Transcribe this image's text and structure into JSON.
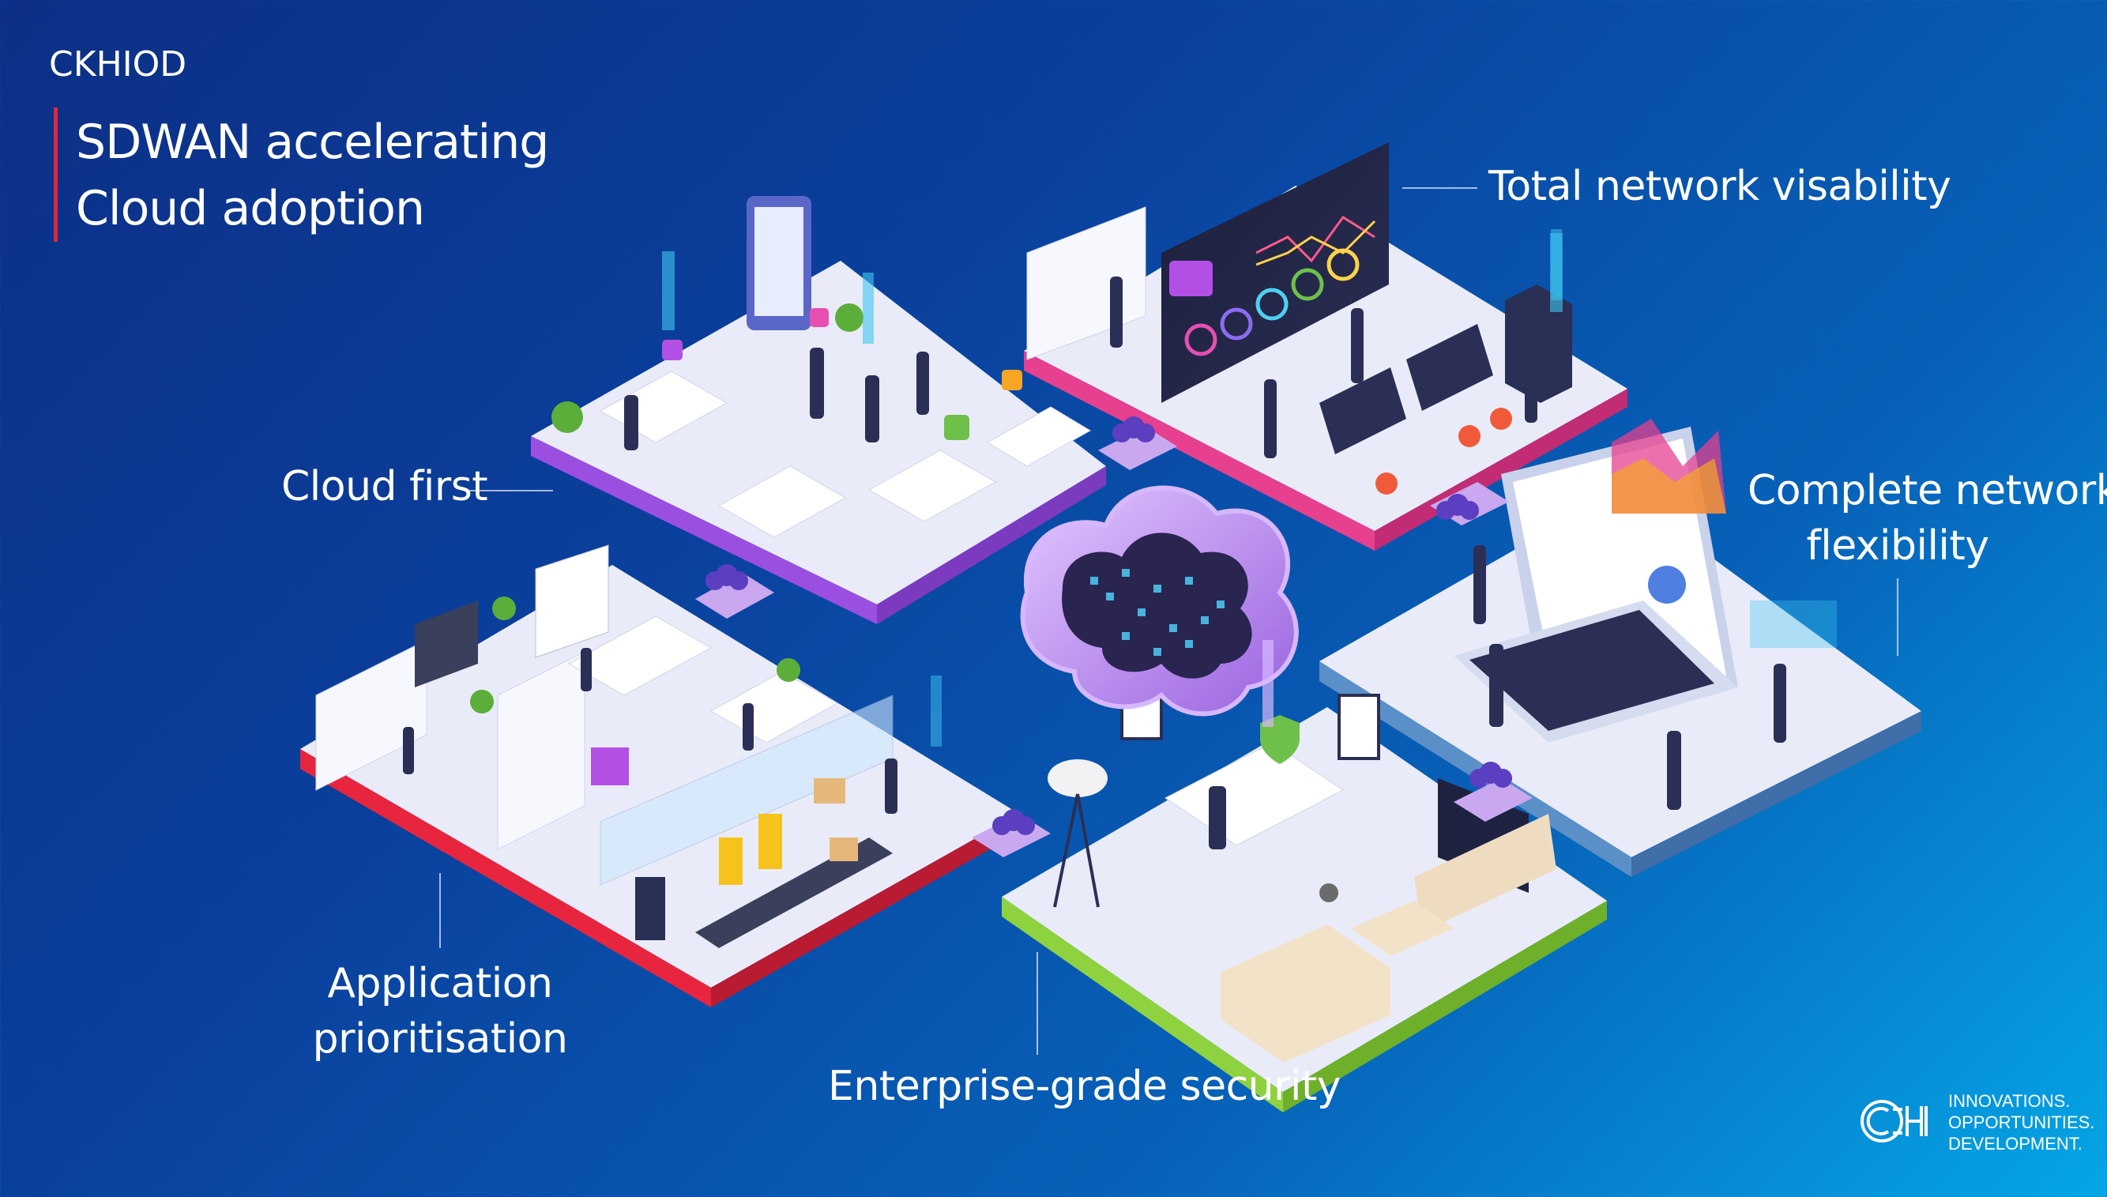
{
  "brand": "CKHIOD",
  "title": {
    "line1": "SDWAN accelerating",
    "line2": "Cloud adoption"
  },
  "labels": {
    "cloud_first": "Cloud first",
    "visibility": "Total network visability",
    "flexibility_1": "Complete network",
    "flexibility_2": "flexibility",
    "prioritisation_1": "Application",
    "prioritisation_2": "prioritisation",
    "security": "Enterprise-grade security"
  },
  "logo": {
    "line1": "INNOVATIONS.",
    "line2": "OPPORTUNITIES.",
    "line3": "DEVELOPMENT."
  },
  "colors": {
    "background_start": "#0d2f86",
    "background_end": "#05a6e6",
    "accent_red": "#e0283a",
    "platform_purple": "#9b4fe0",
    "platform_pink": "#e6408f",
    "platform_red": "#e8253f",
    "platform_green": "#8ed23f",
    "platform_blue": "#5b8fc8",
    "cloud_purple": "#b98ce8"
  }
}
